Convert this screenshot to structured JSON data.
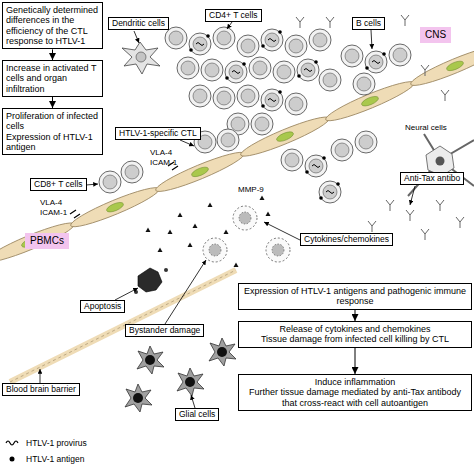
{
  "diagram": {
    "nodes": [
      {
        "text": [
          "Genetically determined differences in the efficiency of the CTL response to HTLV-1"
        ]
      },
      {
        "text": [
          "Dendritic cells"
        ]
      },
      {
        "text": [
          "CD4+ T cells"
        ]
      },
      {
        "text": [
          "B cells"
        ]
      },
      {
        "text": [
          "CNS"
        ]
      },
      {
        "text": [
          "Increase in activated T cells and organ infiltration"
        ]
      },
      {
        "text": [
          "Proliferation of infected cells",
          "Expression of HTLV-1 antigen"
        ]
      },
      {
        "text": [
          "HTLV-1-specific CTL"
        ]
      },
      {
        "text": [
          "CD8+ T cells"
        ]
      },
      {
        "text": [
          "Anti-Tax antibo"
        ]
      },
      {
        "text": [
          "Cytokines/chemokines"
        ]
      },
      {
        "text": [
          "PBMCs"
        ]
      },
      {
        "text": [
          "Apoptosis"
        ]
      },
      {
        "text": [
          "Expression of HTLV-1 antigens and pathogenic immune response"
        ]
      },
      {
        "text": [
          "Bystander damage"
        ]
      },
      {
        "text": [
          "Release of cytokines and chemokines",
          "Tissue damage from infected cell killing by CTL"
        ]
      },
      {
        "text": [
          "Blood brain barrier"
        ]
      },
      {
        "text": [
          "Induce inflammation",
          "Further tissue damage mediated by anti-Tax antibody that cross-react with cell autoantigen"
        ]
      },
      {
        "text": [
          "Glial cells"
        ]
      }
    ],
    "edges": [
      {
        "from": 0,
        "to": 5,
        "arrow": "to"
      },
      {
        "from": 5,
        "to": 6,
        "arrow": "to"
      },
      {
        "from": 13,
        "to": 15,
        "arrow": "to"
      },
      {
        "from": 15,
        "to": 17,
        "arrow": "to"
      }
    ],
    "labels": [
      "Neural cells",
      "VLA-4",
      "ICAM-1",
      "VLA-4",
      "ICAM-1",
      "MMP-9"
    ],
    "legend": [
      {
        "text": "HTLV-1 provirus"
      },
      {
        "text": "HTLV-1 antigen"
      }
    ]
  }
}
